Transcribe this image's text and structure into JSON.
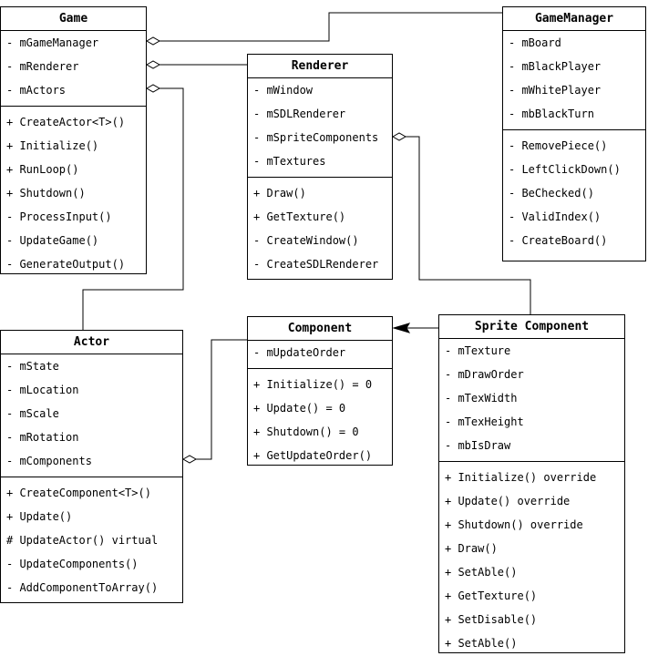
{
  "diagram": {
    "classes": {
      "game": {
        "name": "Game",
        "attributes": [
          "- mGameManager",
          "- mRenderer",
          "- mActors"
        ],
        "operations": [
          "+ CreateActor<T>()",
          "+ Initialize()",
          "+ RunLoop()",
          "+ Shutdown()",
          "- ProcessInput()",
          "- UpdateGame()",
          "- GenerateOutput()"
        ]
      },
      "renderer": {
        "name": "Renderer",
        "attributes": [
          "- mWindow",
          "- mSDLRenderer",
          "- mSpriteComponents",
          "- mTextures"
        ],
        "operations": [
          "+ Draw()",
          "+ GetTexture()",
          "- CreateWindow()",
          "- CreateSDLRenderer"
        ]
      },
      "game_manager": {
        "name": "GameManager",
        "attributes": [
          "- mBoard",
          "- mBlackPlayer",
          "- mWhitePlayer",
          "- mbBlackTurn"
        ],
        "operations": [
          "- RemovePiece()",
          "- LeftClickDown()",
          "- BeChecked()",
          "- ValidIndex()",
          "- CreateBoard()"
        ]
      },
      "actor": {
        "name": "Actor",
        "attributes": [
          "- mState",
          "- mLocation",
          "- mScale",
          "- mRotation",
          "- mComponents"
        ],
        "operations": [
          "+ CreateComponent<T>()",
          "+ Update()",
          "# UpdateActor() virtual",
          "- UpdateComponents()",
          "- AddComponentToArray()"
        ]
      },
      "component": {
        "name": "Component",
        "attributes": [
          "- mUpdateOrder"
        ],
        "operations": [
          "+ Initialize() = 0",
          "+ Update() = 0",
          "+ Shutdown() = 0",
          "+ GetUpdateOrder()"
        ]
      },
      "sprite_component": {
        "name": "Sprite Component",
        "attributes": [
          "- mTexture",
          "- mDrawOrder",
          "- mTexWidth",
          "- mTexHeight",
          "- mbIsDraw"
        ],
        "operations": [
          "+ Initialize() override",
          "+ Update() override",
          "+ Shutdown() override",
          "+ Draw()",
          "+ SetAble()",
          "+ GetTexture()",
          "+ SetDisable()",
          "+ SetAble()"
        ]
      }
    },
    "relations": [
      {
        "from": "game",
        "to": "game_manager",
        "kind": "aggregation"
      },
      {
        "from": "game",
        "to": "renderer",
        "kind": "aggregation"
      },
      {
        "from": "game",
        "to": "actor",
        "kind": "aggregation"
      },
      {
        "from": "renderer",
        "to": "sprite_component",
        "kind": "aggregation"
      },
      {
        "from": "actor",
        "to": "component",
        "kind": "aggregation"
      },
      {
        "from": "sprite_component",
        "to": "component",
        "kind": "inheritance"
      }
    ]
  }
}
